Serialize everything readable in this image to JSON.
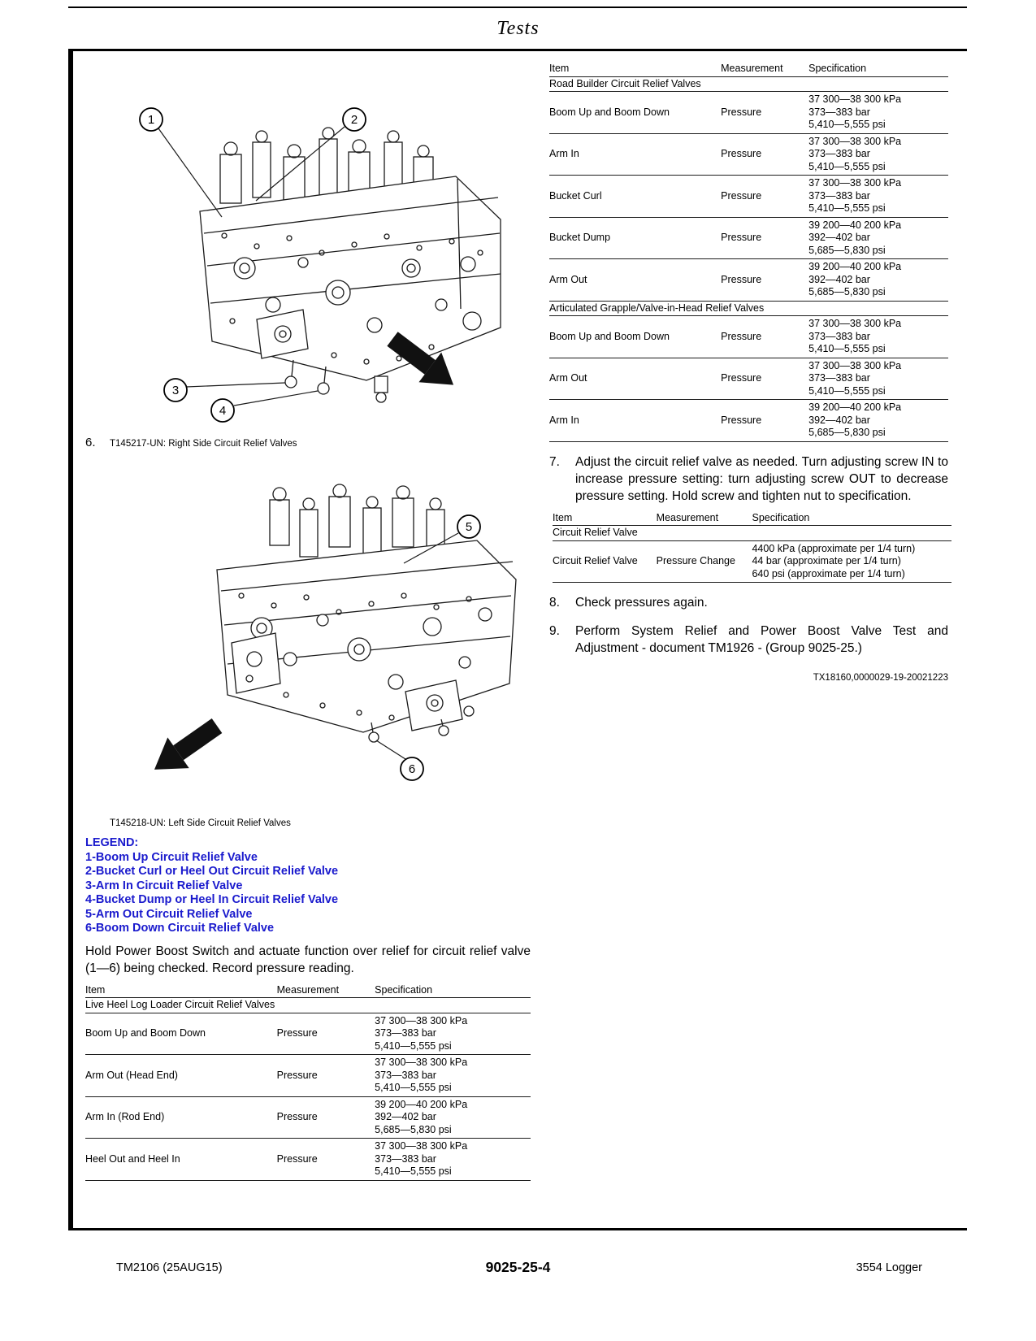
{
  "colors": {
    "legend_blue": "#1a1acd"
  },
  "header": {
    "title": "Tests"
  },
  "footer": {
    "left": "TM2106 (25AUG15)",
    "center": "9025-25-4",
    "right": "3554 Logger"
  },
  "left_column": {
    "figure1": {
      "step_number": "6.",
      "caption": "T145217-UN: Right Side Circuit Relief Valves",
      "callouts": {
        "c1": "1",
        "c2": "2",
        "c3": "3",
        "c4": "4"
      }
    },
    "figure2": {
      "caption": "T145218-UN: Left Side Circuit Relief Valves",
      "callouts": {
        "c5": "5",
        "c6": "6"
      }
    },
    "legend": {
      "title": "LEGEND:",
      "items": [
        "1-Boom Up Circuit Relief Valve",
        "2-Bucket Curl or Heel Out Circuit Relief Valve",
        "3-Arm In Circuit Relief Valve",
        "4-Bucket Dump or Heel In Circuit Relief Valve",
        "5-Arm Out Circuit Relief Valve",
        "6-Boom Down Circuit Relief Valve"
      ]
    },
    "paragraph": "Hold Power Boost Switch and actuate function over relief for circuit relief valve (1—6) being checked. Record pressure reading.",
    "table": {
      "headers": [
        "Item",
        "Measurement",
        "Specification"
      ],
      "sections": [
        {
          "title": "Live Heel Log Loader Circuit Relief Valves",
          "rows": [
            {
              "item": "Boom Up and Boom Down",
              "measurement": "Pressure",
              "spec": [
                "37 300—38 300 kPa",
                "373—383 bar",
                "5,410—5,555 psi"
              ]
            },
            {
              "item": "Arm Out (Head End)",
              "measurement": "Pressure",
              "spec": [
                "37 300—38 300 kPa",
                "373—383 bar",
                "5,410—5,555 psi"
              ]
            },
            {
              "item": "Arm In (Rod End)",
              "measurement": "Pressure",
              "spec": [
                "39 200—40 200 kPa",
                "392—402 bar",
                "5,685—5,830 psi"
              ]
            },
            {
              "item": "Heel Out and Heel In",
              "measurement": "Pressure",
              "spec": [
                "37 300—38 300 kPa",
                "373—383 bar",
                "5,410—5,555 psi"
              ]
            }
          ]
        }
      ]
    }
  },
  "right_column": {
    "table1": {
      "headers": [
        "Item",
        "Measurement",
        "Specification"
      ],
      "sections": [
        {
          "title": "Road Builder Circuit Relief Valves",
          "rows": [
            {
              "item": "Boom Up and Boom Down",
              "measurement": "Pressure",
              "spec": [
                "37 300—38 300 kPa",
                "373—383 bar",
                "5,410—5,555 psi"
              ]
            },
            {
              "item": "Arm In",
              "measurement": "Pressure",
              "spec": [
                "37 300—38 300 kPa",
                "373—383 bar",
                "5,410—5,555 psi"
              ]
            },
            {
              "item": "Bucket Curl",
              "measurement": "Pressure",
              "spec": [
                "37 300—38 300 kPa",
                "373—383 bar",
                "5,410—5,555 psi"
              ]
            },
            {
              "item": "Bucket Dump",
              "measurement": "Pressure",
              "spec": [
                "39 200—40 200 kPa",
                "392—402 bar",
                "5,685—5,830 psi"
              ]
            },
            {
              "item": "Arm Out",
              "measurement": "Pressure",
              "spec": [
                "39 200—40 200 kPa",
                "392—402 bar",
                "5,685—5,830 psi"
              ]
            }
          ]
        },
        {
          "title": "Articulated Grapple/Valve-in-Head Relief Valves",
          "rows": [
            {
              "item": "Boom Up and Boom Down",
              "measurement": "Pressure",
              "spec": [
                "37 300—38 300 kPa",
                "373—383 bar",
                "5,410—5,555 psi"
              ]
            },
            {
              "item": "Arm Out",
              "measurement": "Pressure",
              "spec": [
                "37 300—38 300 kPa",
                "373—383 bar",
                "5,410—5,555 psi"
              ]
            },
            {
              "item": "Arm In",
              "measurement": "Pressure",
              "spec": [
                "39 200—40 200 kPa",
                "392—402 bar",
                "5,685—5,830 psi"
              ]
            }
          ]
        }
      ]
    },
    "step7": {
      "number": "7.",
      "text": "Adjust the circuit relief valve as needed. Turn adjusting screw IN to increase pressure setting: turn adjusting screw OUT to decrease pressure setting. Hold screw and tighten nut to specification."
    },
    "table2": {
      "headers": [
        "Item",
        "Measurement",
        "Specification"
      ],
      "sections": [
        {
          "title": "Circuit Relief Valve",
          "rows": [
            {
              "item": "Circuit Relief Valve",
              "measurement": "Pressure Change",
              "spec": [
                "4400 kPa (approximate per 1/4 turn)",
                "44 bar (approximate per 1/4 turn)",
                "640 psi (approximate per 1/4 turn)"
              ]
            }
          ]
        }
      ]
    },
    "step8": {
      "number": "8.",
      "text": "Check pressures again."
    },
    "step9": {
      "number": "9.",
      "text": "Perform System Relief and Power Boost Valve Test and Adjustment - document TM1926 - (Group 9025-25.)"
    },
    "doc_ref": "TX18160,0000029-19-20021223"
  }
}
